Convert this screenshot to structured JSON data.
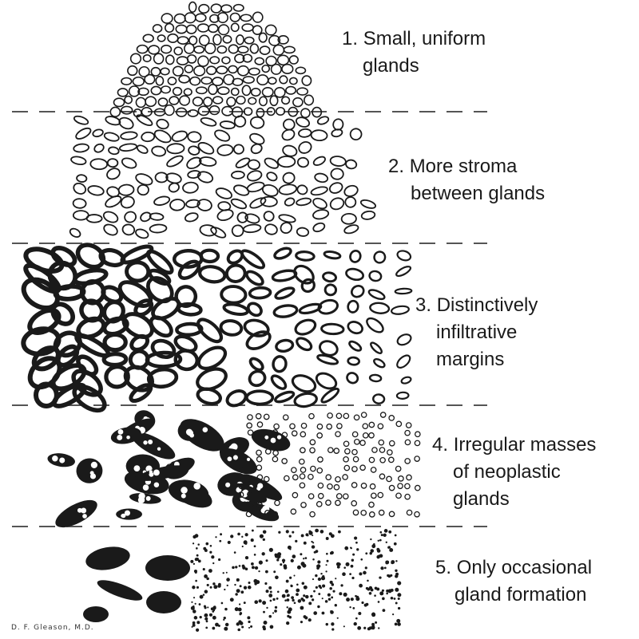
{
  "diagram": {
    "grades": [
      {
        "number": "1.",
        "line1": "Small, uniform",
        "line2": "glands"
      },
      {
        "number": "2.",
        "line1": "More stroma",
        "line2": "between glands"
      },
      {
        "number": "3.",
        "line1": "Distinctively",
        "line2": "infiltrative",
        "line3": "margins"
      },
      {
        "number": "4.",
        "line1": "Irregular masses",
        "line2": "of neoplastic",
        "line3": "glands"
      },
      {
        "number": "5.",
        "line1": "Only occasional",
        "line2": "gland formation"
      }
    ],
    "signature": "D. F. Gleason, M.D.",
    "colors": {
      "ink": "#1a1a1a",
      "background": "#ffffff",
      "divider": "#555555"
    }
  }
}
